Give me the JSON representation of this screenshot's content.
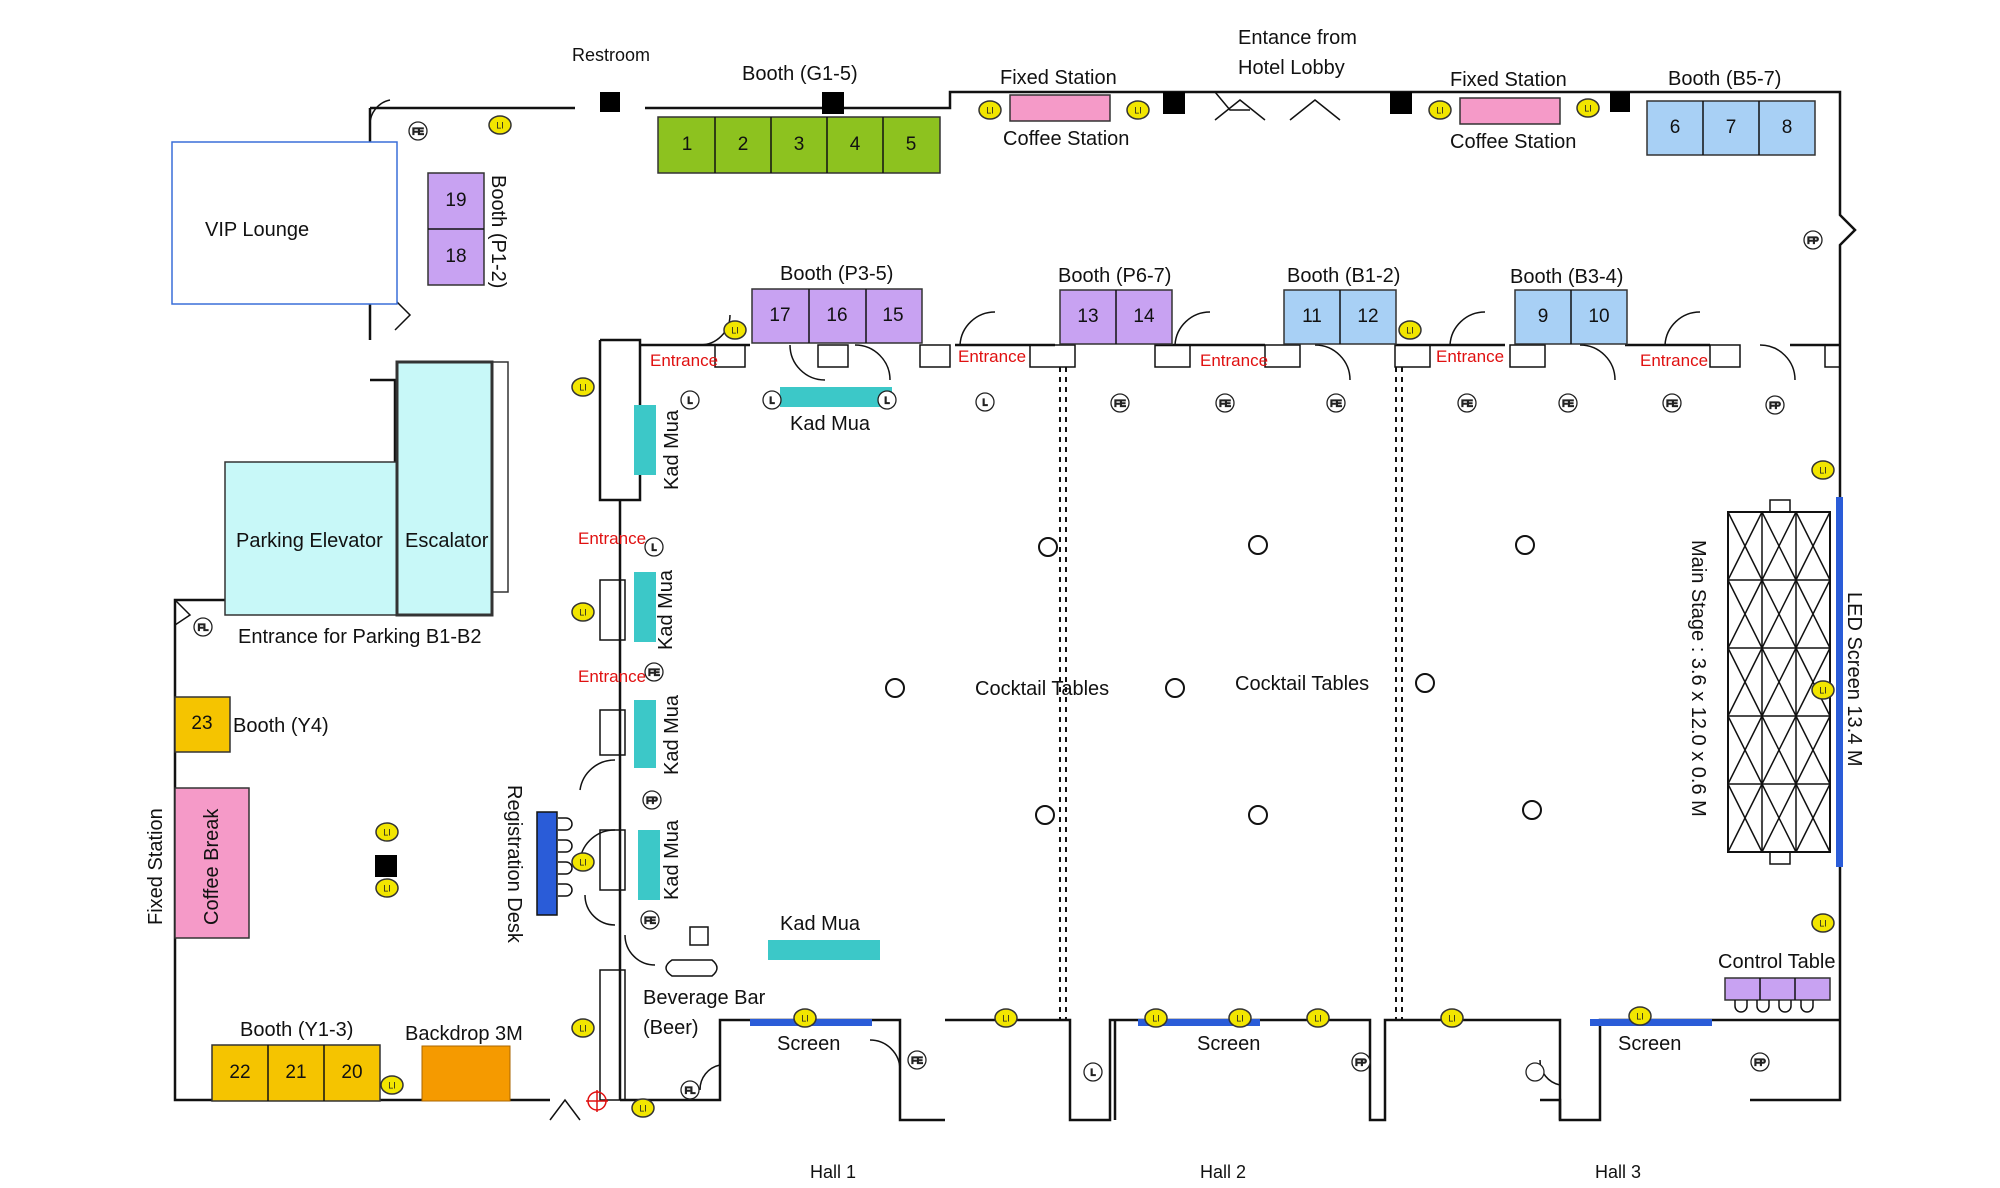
{
  "labels": {
    "restroom": "Restroom",
    "booth_g15": "Booth (G1-5)",
    "fixed_station": "Fixed Station",
    "coffee_station": "Coffee Station",
    "entrance_lobby_1": "Entance from",
    "entrance_lobby_2": "Hotel Lobby",
    "booth_b57": "Booth (B5-7)",
    "vip_lounge": "VIP Lounge",
    "booth_p12": "Booth (P1-2)",
    "booth_p35": "Booth (P3-5)",
    "booth_p67": "Booth (P6-7)",
    "booth_b12": "Booth (B1-2)",
    "booth_b34": "Booth (B3-4)",
    "entrance": "Entrance",
    "kad_mua": "Kad Mua",
    "parking_elevator": "Parking Elevator",
    "escalator": "Escalator",
    "entrance_parking": "Entrance for Parking B1-B2",
    "booth_y4": "Booth (Y4)",
    "coffee_break": "Coffee Break",
    "registration_desk": "Registration Desk",
    "cocktail_tables": "Cocktail Tables",
    "main_stage": "Main Stage : 3.6 x 12.0 x 0.6 M",
    "led_screen": "LED Screen 13.4 M",
    "control_table": "Control Table",
    "beverage_bar_1": "Beverage Bar",
    "beverage_bar_2": "(Beer)",
    "booth_y13": "Booth (Y1-3)",
    "backdrop": "Backdrop 3M",
    "screen": "Screen",
    "hall1": "Hall 1",
    "hall2": "Hall 2",
    "hall3": "Hall 3"
  },
  "booth_numbers": {
    "g": [
      "1",
      "2",
      "3",
      "4",
      "5"
    ],
    "b57": [
      "6",
      "7",
      "8"
    ],
    "p12": [
      "19",
      "18"
    ],
    "p35": [
      "17",
      "16",
      "15"
    ],
    "p67": [
      "13",
      "14"
    ],
    "b12": [
      "11",
      "12"
    ],
    "b34": [
      "9",
      "10"
    ],
    "y4": "23",
    "y13": [
      "22",
      "21",
      "20"
    ]
  },
  "icons": {
    "light": "LI",
    "fire_extinguisher": "FE",
    "fire_point": "FP",
    "fire_lamp": "FL",
    "lamp": "L"
  },
  "colors": {
    "green_booth": "#8dc21f",
    "blue_booth": "#a8d0f5",
    "purple_booth": "#c8a2f2",
    "yellow_booth": "#f5c400",
    "pink": "#f59ac8",
    "teal": "#3cc8c8",
    "cyan_room": "#c8f8f8",
    "orange": "#f59a00",
    "screen_blue": "#2a5cd8",
    "red_text": "#e01010"
  }
}
